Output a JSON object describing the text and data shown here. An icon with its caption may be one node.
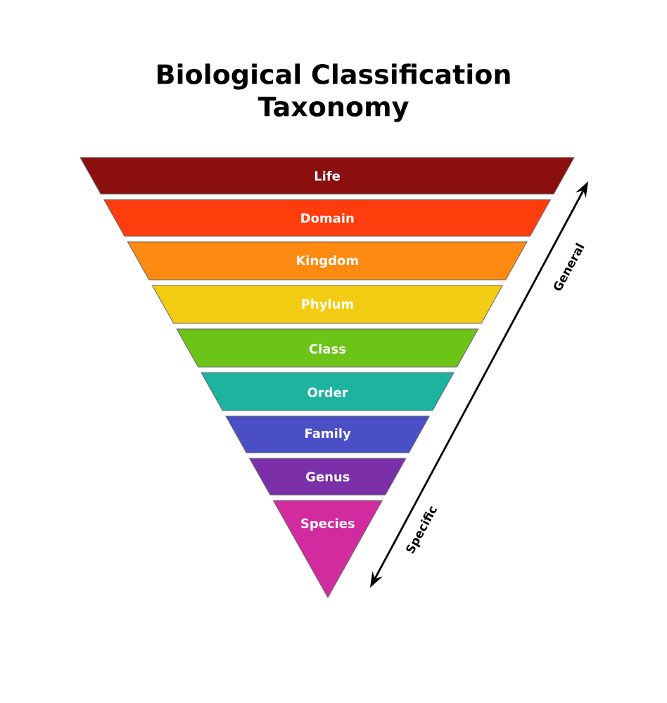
{
  "diagram": {
    "title": "Biological Classification Taxonomy",
    "nodes": [
      {
        "text": [
          "Life"
        ]
      },
      {
        "text": [
          "Domain"
        ]
      },
      {
        "text": [
          "Kingdom"
        ]
      },
      {
        "text": [
          "Phylum"
        ]
      },
      {
        "text": [
          "Class"
        ]
      },
      {
        "text": [
          "Order"
        ]
      },
      {
        "text": [
          "Family"
        ]
      },
      {
        "text": [
          "Genus"
        ]
      },
      {
        "text": [
          "Species"
        ]
      }
    ],
    "labels": [
      "General",
      "Specific"
    ]
  }
}
